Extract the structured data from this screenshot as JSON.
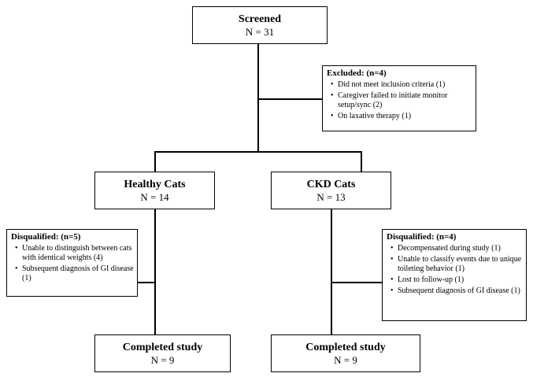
{
  "diagram": {
    "type": "study-flow-chart",
    "nodes": {
      "screened": {
        "title": "Screened",
        "n": "N = 31"
      },
      "excluded": {
        "title": "Excluded: (n=4)",
        "items": [
          "Did not meet inclusion criteria (1)",
          "Caregiver failed to initiate monitor setup/sync (2)",
          "On laxative therapy (1)"
        ]
      },
      "healthy_cats": {
        "title": "Healthy Cats",
        "n": "N = 14"
      },
      "ckd_cats": {
        "title": "CKD Cats",
        "n": "N = 13"
      },
      "disqualified_healthy": {
        "title": "Disqualified: (n=5)",
        "items": [
          "Unable to distinguish between cats with identical weights (4)",
          "Subsequent diagnosis of GI disease (1)"
        ]
      },
      "disqualified_ckd": {
        "title": "Disqualified: (n=4)",
        "items": [
          "Decompensated during study (1)",
          "Unable to classify events due to unique toileting behavior (1)",
          "Lost to follow-up (1)",
          "Subsequent diagnosis of GI disease (1)"
        ]
      },
      "completed_healthy": {
        "title": "Completed study",
        "n": "N = 9"
      },
      "completed_ckd": {
        "title": "Completed study",
        "n": "N = 9"
      }
    }
  }
}
